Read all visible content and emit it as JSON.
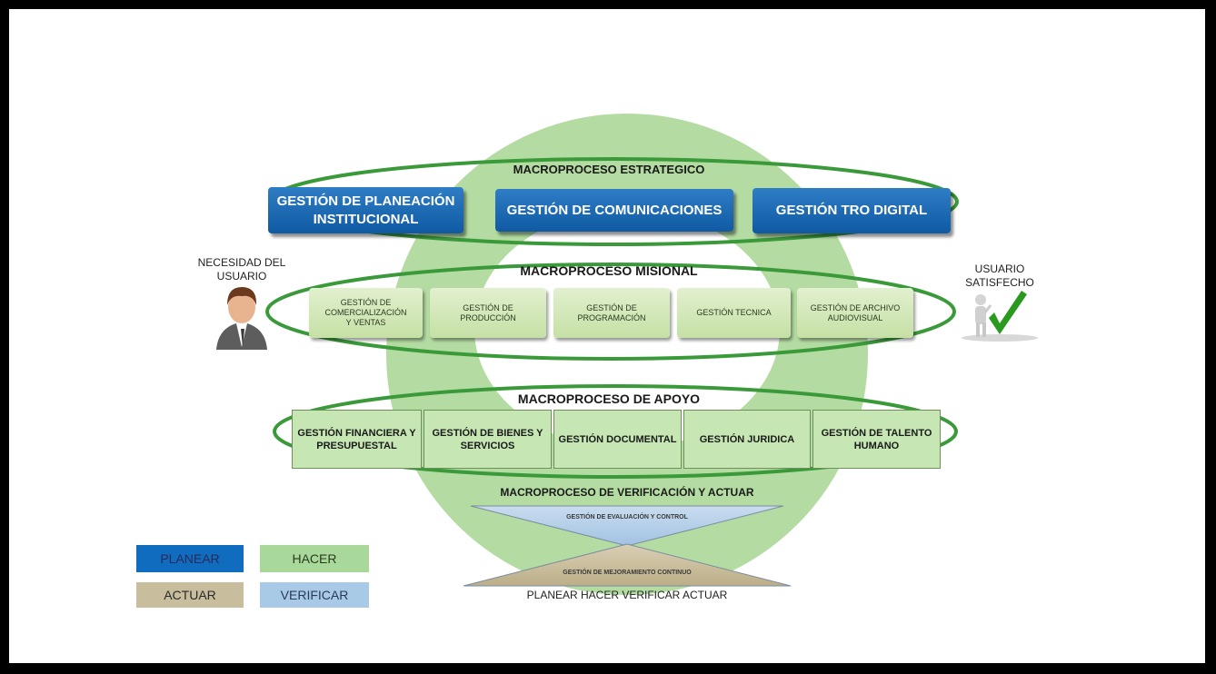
{
  "estrategico": {
    "title": "MACROPROCESO ESTRATEGICO",
    "boxes": [
      "GESTIÓN DE PLANEACIÓN\nINSTITUCIONAL",
      "GESTIÓN DE COMUNICACIONES",
      "GESTIÓN TRO DIGITAL"
    ]
  },
  "misional": {
    "title": "MACROPROCESO MISIONAL",
    "boxes": [
      "GESTIÓN DE\nCOMERCIALIZACIÓN\nY VENTAS",
      "GESTIÓN DE\nPRODUCCIÓN",
      "GESTIÓN DE\nPROGRAMACIÓN",
      "GESTIÓN TECNICA",
      "GESTIÓN DE ARCHIVO\nAUDIOVISUAL"
    ]
  },
  "apoyo": {
    "title": "MACROPROCESO DE APOYO",
    "boxes": [
      "GESTIÓN FINANCIERA Y\nPRESUPUESTAL",
      "GESTIÓN DE BIENES Y\nSERVICIOS",
      "GESTIÓN DOCUMENTAL",
      "GESTIÓN JURIDICA",
      "GESTIÓN DE TALENTO\nHUMANO"
    ]
  },
  "verificacion": {
    "title": "MACROPROCESO DE VERIFICACIÓN Y ACTUAR",
    "top_triangle": "GESTIÓN DE EVALUACIÓN Y CONTROL",
    "bottom_triangle": "GESTIÓN DE MEJORAMIENTO CONTINUO",
    "caption": "PLANEAR HACER VERIFICAR ACTUAR"
  },
  "left_actor": {
    "label": "NECESIDAD DEL\nUSUARIO",
    "icon": "user-icon"
  },
  "right_actor": {
    "label": "USUARIO\nSATISFECHO",
    "icon": "checkmark-icon"
  },
  "legend": {
    "planear": "PLANEAR",
    "hacer": "HACER",
    "actuar": "ACTUAR",
    "verificar": "VERIFICAR"
  },
  "colors": {
    "planear": "#0f6cbf",
    "hacer": "#a9d99a",
    "actuar": "#c8bd9c",
    "verificar": "#a8cae6",
    "ring": "#b4dca2",
    "ellipse": "#3a9a3a"
  }
}
